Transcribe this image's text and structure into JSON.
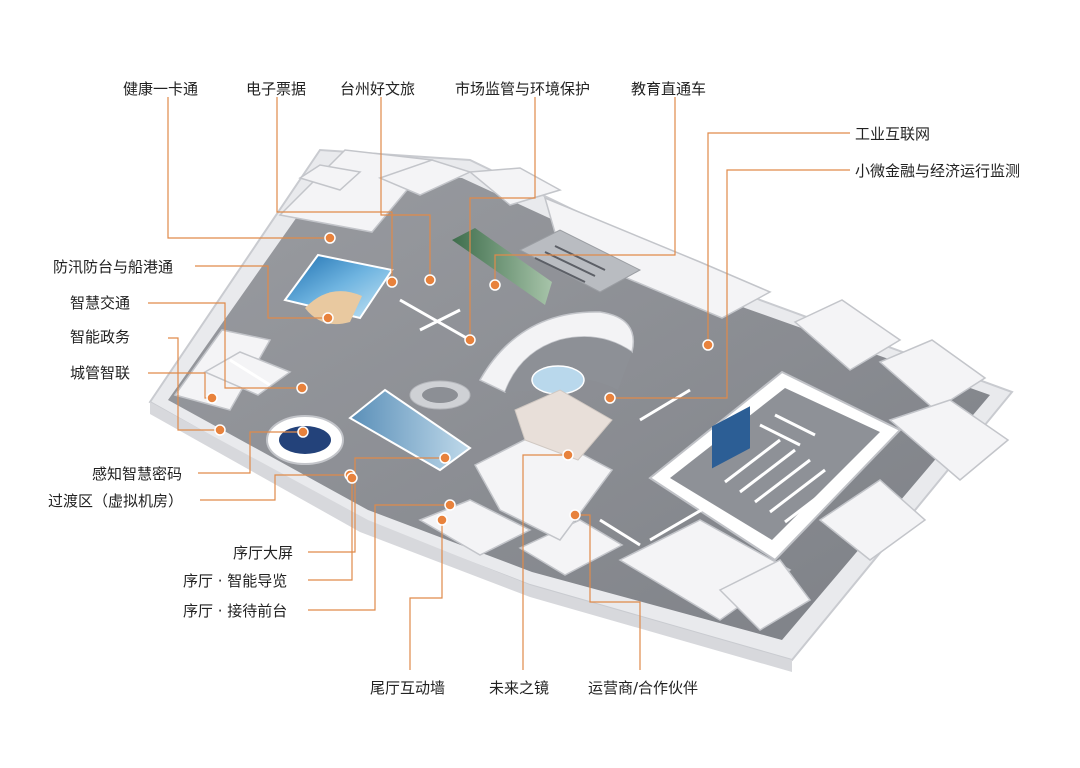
{
  "accent_color": "#e08a4a",
  "labels": {
    "health_card": "健康一卡通",
    "e_ticket": "电子票据",
    "taizhou_travel": "台州好文旅",
    "market_env": "市场监管与环境保护",
    "education": "教育直通车",
    "industrial_internet": "工业互联网",
    "micro_finance": "小微金融与经济运行监测",
    "flood_port": "防汛防台与船港通",
    "smart_traffic": "智慧交通",
    "smart_gov": "智能政务",
    "city_mgmt": "城管智联",
    "sense_code": "感知智慧密码",
    "transition": "过渡区（虚拟机房）",
    "hall_screen": "序厅大屏",
    "hall_guide": "序厅 · 智能导览",
    "hall_reception": "序厅 · 接待前台",
    "tail_wall": "尾厅互动墙",
    "future_mirror": "未来之镜",
    "operator": "运营商/合作伙伴"
  }
}
